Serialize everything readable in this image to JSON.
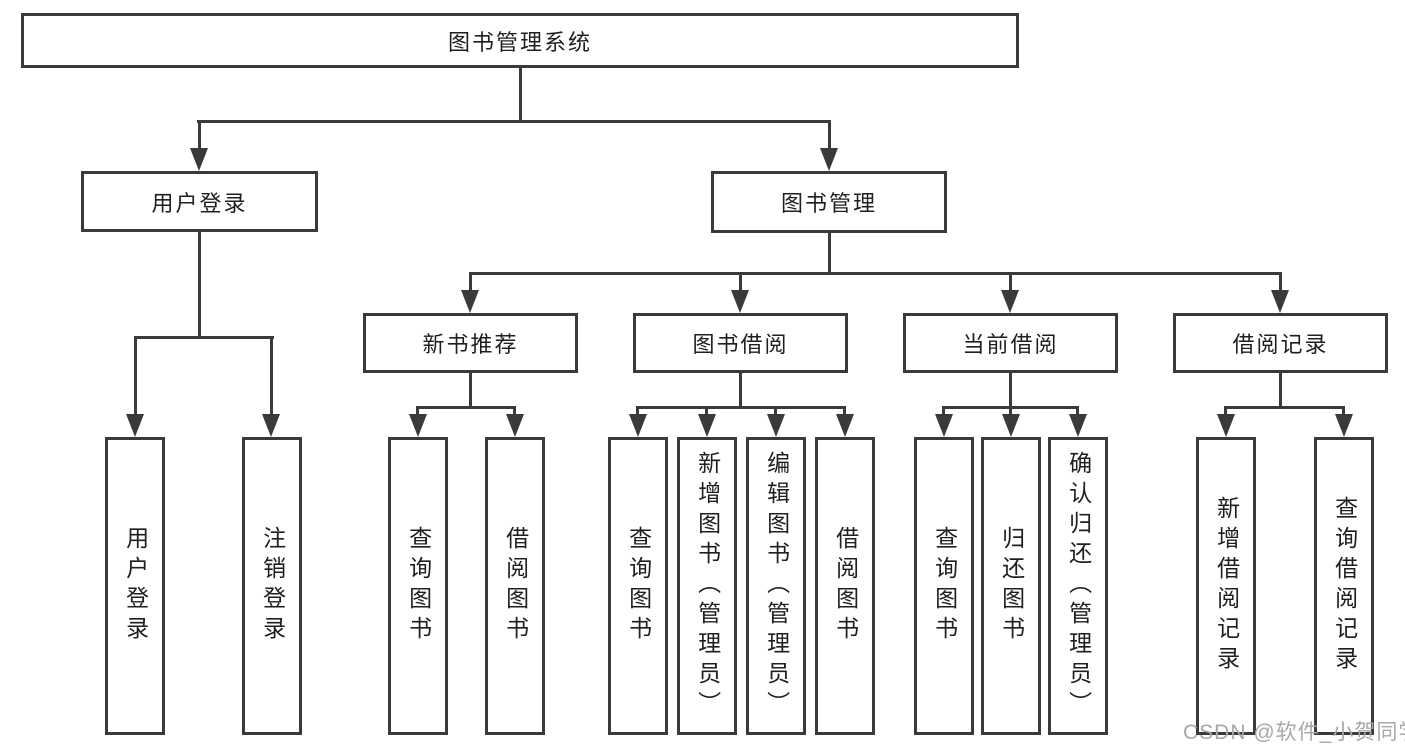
{
  "tree": {
    "label": "图书管理系统",
    "children": [
      {
        "label": "用户登录",
        "children": [
          {
            "label": "用户登录"
          },
          {
            "label": "注销登录"
          }
        ]
      },
      {
        "label": "图书管理",
        "children": [
          {
            "label": "新书推荐",
            "children": [
              {
                "label": "查询图书"
              },
              {
                "label": "借阅图书"
              }
            ]
          },
          {
            "label": "图书借阅",
            "children": [
              {
                "label": "查询图书"
              },
              {
                "label": "新增图书（管理员）"
              },
              {
                "label": "编辑图书（管理员）"
              },
              {
                "label": "借阅图书"
              }
            ]
          },
          {
            "label": "当前借阅",
            "children": [
              {
                "label": "查询图书"
              },
              {
                "label": "归还图书"
              },
              {
                "label": "确认归还（管理员）"
              }
            ]
          },
          {
            "label": "借阅记录",
            "children": [
              {
                "label": "新增借阅记录"
              },
              {
                "label": "查询借阅记录"
              }
            ]
          }
        ]
      }
    ]
  },
  "watermark": {
    "text": "CSDN @软件_小贺同学"
  },
  "colors": {
    "line": "#3a3a3a",
    "box_border": "#3a3a3a",
    "text": "#1f1f1f",
    "watermark": "#a8a8a8",
    "background": "#ffffff"
  }
}
